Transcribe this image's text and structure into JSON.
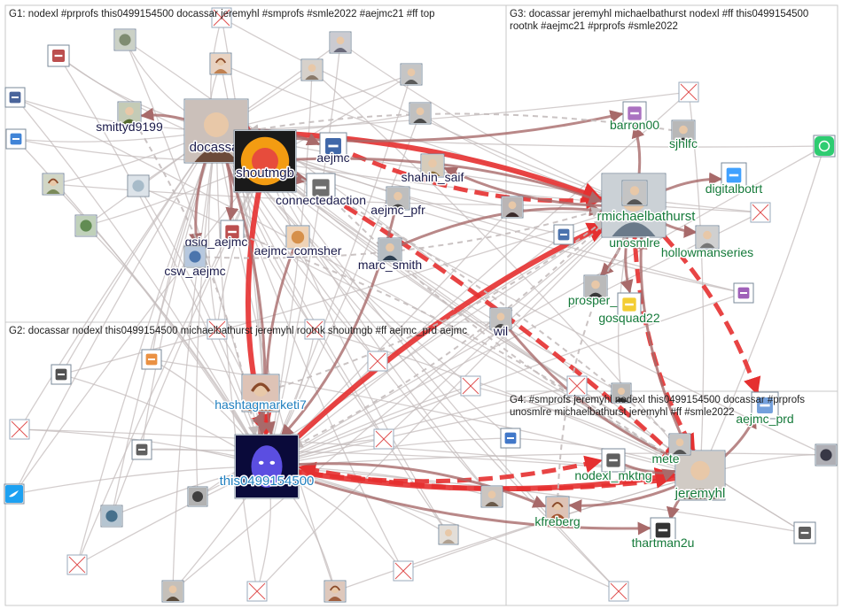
{
  "groups": [
    {
      "id": "G1",
      "lines": [
        "G1: nodexl #prprofs this0499154500 docassar jeremyhl #smprofs #smle2022 #aejmc21 #ff top"
      ],
      "label_color": "#1a1a4a"
    },
    {
      "id": "G2",
      "lines": [
        "G2: docassar nodexl this0499154500 michaelbathurst jeremyhl rootnk shoutmgb #ff aejmc_prd aejmc"
      ],
      "label_color": "#1f7fbf"
    },
    {
      "id": "G3",
      "lines": [
        "G3: docassar jeremyhl michaelbathurst nodexl #ff this0499154500",
        "rootnk #aejmc21 #prprofs #smle2022"
      ],
      "label_color": "#157a3a"
    },
    {
      "id": "G4",
      "lines": [
        "G4: #smprofs jeremyhl nodexl this0499154500 docassar #prprofs",
        "unosmlre michaelbathurst jeremyhl #ff #smle2022"
      ],
      "label_color": "#157a3a"
    }
  ],
  "nodes": [
    {
      "id": "docassar",
      "label": "docassar",
      "group": "G1",
      "icon": "portrait-man-photo",
      "color": "#6b4a3a",
      "big": true
    },
    {
      "id": "shoutmgb",
      "label": "shoutmgb",
      "group": "G1",
      "icon": "red-poster-photo",
      "color": "#c0392b",
      "big": true
    },
    {
      "id": "smittyd9199",
      "label": "smittyd9199",
      "group": "G1",
      "icon": "portrait-photo",
      "color": "#556b2f"
    },
    {
      "id": "aejmc",
      "label": "aejmc",
      "group": "G1",
      "icon": "aejmc-logo",
      "color": "#1f4e9a"
    },
    {
      "id": "connectedaction",
      "label": "connectedaction",
      "group": "G1",
      "icon": "quill-logo",
      "color": "#555555"
    },
    {
      "id": "shahin_saif",
      "label": "shahin_saif",
      "group": "G1",
      "icon": "portrait-photo",
      "color": "#8a6d3b"
    },
    {
      "id": "aejmc_pfr",
      "label": "aejmc_pfr",
      "group": "G1",
      "icon": "portrait-photo",
      "color": "#444444"
    },
    {
      "id": "gsig_aejmc",
      "label": "gsig_aejmc",
      "group": "G1",
      "icon": "gsig-logo",
      "color": "#b03030"
    },
    {
      "id": "aejmc_comsher",
      "label": "aejmc_comsher",
      "group": "G1",
      "icon": "logo-photo",
      "color": "#d08030"
    },
    {
      "id": "csw_aejmc",
      "label": "csw_aejmc",
      "group": "G1",
      "icon": "logo-photo",
      "color": "#3060a0"
    },
    {
      "id": "marc_smith",
      "label": "marc_smith",
      "group": "G1",
      "icon": "portrait-photo",
      "color": "#2c3e50"
    },
    {
      "id": "wil",
      "label": "wil",
      "group": "G1",
      "icon": "portrait-photo",
      "color": "#4a4a4a"
    },
    {
      "id": "hashtagmarketi7",
      "label": "hashtagmarketi7",
      "group": "G2",
      "icon": "portrait-woman-photo",
      "color": "#a0522d"
    },
    {
      "id": "this0499154500",
      "label": "this0499154500",
      "group": "G2",
      "icon": "blue-face-photo",
      "color": "#2a2aa0",
      "big": true
    },
    {
      "id": "rmichaelbathurst",
      "label": "rmichaelbathurst",
      "group": "G3",
      "icon": "portrait-man-photo",
      "color": "#6a7a8a",
      "big": true
    },
    {
      "id": "barron00",
      "label": "barron00",
      "group": "G3",
      "icon": "rainbow-logo",
      "color": "#9b59b6"
    },
    {
      "id": "sjhlfc",
      "label": "sjhlfc",
      "group": "G3",
      "icon": "portrait-photo",
      "color": "#333333"
    },
    {
      "id": "digitalbotrt",
      "label": "digitalbotrt",
      "group": "G3",
      "icon": "dm-logo",
      "color": "#1e90ff"
    },
    {
      "id": "unosmlre",
      "label": "unosmlre",
      "group": "G3",
      "icon": "portrait-photo",
      "color": "#555555"
    },
    {
      "id": "hollowmanseries",
      "label": "hollowmanseries",
      "group": "G3",
      "icon": "portrait-photo",
      "color": "#777777"
    },
    {
      "id": "prosper_k",
      "label": "prosper_k",
      "group": "G3",
      "icon": "portrait-photo",
      "color": "#3a3a3a"
    },
    {
      "id": "gosquad22",
      "label": "gosquad22",
      "group": "G3",
      "icon": "yellow-logo",
      "color": "#f1c40f"
    },
    {
      "id": "aejmc_prd",
      "label": "aejmc_prd",
      "group": "G4",
      "icon": "prd-logo",
      "color": "#5b8fd6"
    },
    {
      "id": "jeremyhl",
      "label": "jeremyhl",
      "group": "G4",
      "icon": "portrait-man-photo",
      "color": "#7a6a5a",
      "big": true
    },
    {
      "id": "nodexl_mktng",
      "label": "nodexl_mktng",
      "group": "G4",
      "icon": "nodexl-logo",
      "color": "#444444"
    },
    {
      "id": "kfreberg",
      "label": "kfreberg",
      "group": "G4",
      "icon": "portrait-woman-photo",
      "color": "#a0522d"
    },
    {
      "id": "thartman2u",
      "label": "thartman2u",
      "group": "G4",
      "icon": "th2u-logo",
      "color": "#111111"
    },
    {
      "id": "mete",
      "label": "mete",
      "group": "G4",
      "icon": "portrait-photo",
      "color": "#555555"
    }
  ],
  "edges": [
    {
      "from": "this0499154500",
      "to": "rmichaelbathurst",
      "kind": "strong"
    },
    {
      "from": "this0499154500",
      "to": "jeremyhl",
      "kind": "strong"
    },
    {
      "from": "docassar",
      "to": "rmichaelbathurst",
      "kind": "strong"
    },
    {
      "from": "shoutmgb",
      "to": "this0499154500",
      "kind": "strong"
    },
    {
      "from": "docassar",
      "to": "jeremyhl",
      "kind": "strong-dashed"
    },
    {
      "from": "rmichaelbathurst",
      "to": "jeremyhl",
      "kind": "strong-dashed"
    },
    {
      "from": "rmichaelbathurst",
      "to": "aejmc_prd",
      "kind": "strong-dashed"
    },
    {
      "from": "this0499154500",
      "to": "nodexl_mktng",
      "kind": "strong-dashed"
    },
    {
      "from": "docassar",
      "to": "shoutmgb",
      "kind": "strong"
    },
    {
      "from": "aejmc",
      "to": "rmichaelbathurst",
      "kind": "strong-dashed"
    },
    {
      "from": "jeremyhl",
      "to": "this0499154500",
      "kind": "strong-dashed"
    },
    {
      "from": "docassar",
      "to": "smittyd9199",
      "kind": "medium"
    },
    {
      "from": "docassar",
      "to": "aejmc",
      "kind": "medium"
    },
    {
      "from": "docassar",
      "to": "connectedaction",
      "kind": "medium"
    },
    {
      "from": "docassar",
      "to": "this0499154500",
      "kind": "medium"
    },
    {
      "from": "docassar",
      "to": "barron00",
      "kind": "medium"
    },
    {
      "from": "docassar",
      "to": "gsig_aejmc",
      "kind": "medium"
    },
    {
      "from": "docassar",
      "to": "csw_aejmc",
      "kind": "medium"
    },
    {
      "from": "this0499154500",
      "to": "kfreberg",
      "kind": "medium"
    },
    {
      "from": "this0499154500",
      "to": "thartman2u",
      "kind": "medium"
    },
    {
      "from": "this0499154500",
      "to": "hashtagmarketi7",
      "kind": "medium"
    },
    {
      "from": "rmichaelbathurst",
      "to": "barron00",
      "kind": "medium"
    },
    {
      "from": "rmichaelbathurst",
      "to": "digitalbotrt",
      "kind": "medium"
    },
    {
      "from": "rmichaelbathurst",
      "to": "hollowmanseries",
      "kind": "medium"
    },
    {
      "from": "rmichaelbathurst",
      "to": "prosper_k",
      "kind": "medium"
    },
    {
      "from": "rmichaelbathurst",
      "to": "gosquad22",
      "kind": "medium"
    },
    {
      "from": "rmichaelbathurst",
      "to": "shahin_saif",
      "kind": "medium"
    },
    {
      "from": "jeremyhl",
      "to": "thartman2u",
      "kind": "medium"
    },
    {
      "from": "jeremyhl",
      "to": "kfreberg",
      "kind": "medium"
    },
    {
      "from": "jeremyhl",
      "to": "aejmc_prd",
      "kind": "medium"
    },
    {
      "from": "jeremyhl",
      "to": "rmichaelbathurst",
      "kind": "medium"
    },
    {
      "from": "nodexl_mktng",
      "to": "jeremyhl",
      "kind": "medium"
    },
    {
      "from": "marc_smith",
      "to": "rmichaelbathurst",
      "kind": "medium"
    },
    {
      "from": "aejmc_comsher",
      "to": "this0499154500",
      "kind": "medium"
    },
    {
      "from": "aejmc_pfr",
      "to": "this0499154500",
      "kind": "medium"
    },
    {
      "from": "wil",
      "to": "jeremyhl",
      "kind": "medium"
    },
    {
      "from": "smittyd9199",
      "to": "this0499154500",
      "kind": "light"
    },
    {
      "from": "csw_aejmc",
      "to": "rmichaelbathurst",
      "kind": "light"
    },
    {
      "from": "gsig_aejmc",
      "to": "jeremyhl",
      "kind": "light"
    },
    {
      "from": "hashtagmarketi7",
      "to": "rmichaelbathurst",
      "kind": "light"
    },
    {
      "from": "kfreberg",
      "to": "rmichaelbathurst",
      "kind": "light"
    },
    {
      "from": "sjhlfc",
      "to": "docassar",
      "kind": "light"
    },
    {
      "from": "unosmlre",
      "to": "this0499154500",
      "kind": "light"
    },
    {
      "from": "mete",
      "to": "docassar",
      "kind": "light"
    },
    {
      "from": "shoutmgb",
      "to": "rmichaelbathurst",
      "kind": "medium"
    },
    {
      "from": "connectedaction",
      "to": "jeremyhl",
      "kind": "light"
    }
  ],
  "minor_nodes": [
    {
      "id": "m1",
      "icon": "elephant-photo",
      "color": "#6b7b5b"
    },
    {
      "id": "m2",
      "icon": "cultural-logo",
      "color": "#b03030"
    },
    {
      "id": "m3",
      "icon": "portrait-woman-photo",
      "color": "#c08050"
    },
    {
      "id": "m4",
      "icon": "portrait-photo",
      "color": "#8a7a6a"
    },
    {
      "id": "m5",
      "icon": "portrait-photo",
      "color": "#5a5a5a"
    },
    {
      "id": "m6",
      "icon": "portrait-photo",
      "color": "#6a6a7a"
    },
    {
      "id": "m7",
      "icon": "icd-logo",
      "color": "#2a4a8a"
    },
    {
      "id": "m8",
      "icon": "arrow-logo",
      "color": "#1e6fd0"
    },
    {
      "id": "m9",
      "icon": "portrait-woman-photo",
      "color": "#7a8a5a"
    },
    {
      "id": "m10",
      "icon": "flower-photo",
      "color": "#9ab0c0"
    },
    {
      "id": "m11",
      "icon": "forest-photo",
      "color": "#4a7a3a"
    },
    {
      "id": "m12",
      "icon": "h-logo",
      "color": "#333333"
    },
    {
      "id": "m13",
      "icon": "xl-logo",
      "color": "#e67e22"
    },
    {
      "id": "m14",
      "icon": "twitter-icon",
      "color": "#1da1f2"
    },
    {
      "id": "m15",
      "icon": "moon-photo",
      "color": "#222222"
    },
    {
      "id": "m16",
      "icon": "nodexl-logo",
      "color": "#444444"
    },
    {
      "id": "m17",
      "icon": "globe-photo",
      "color": "#2a5a7a"
    },
    {
      "id": "m18",
      "icon": "portrait-photo",
      "color": "#5a4a3a"
    },
    {
      "id": "m19",
      "icon": "portrait-woman-photo",
      "color": "#a06040"
    },
    {
      "id": "m20",
      "icon": "portrait-photo",
      "color": "#b0a090"
    },
    {
      "id": "m21",
      "icon": "portrait-photo",
      "color": "#4a4a4a"
    },
    {
      "id": "m22",
      "icon": "ro-logo",
      "color": "#2ecc71"
    },
    {
      "id": "m23",
      "icon": "purple-logo",
      "color": "#8e44ad"
    },
    {
      "id": "m24",
      "icon": "mm-logo",
      "color": "#2c5aa0"
    },
    {
      "id": "m25",
      "icon": "jpr-logo",
      "color": "#2060c0"
    },
    {
      "id": "m26",
      "icon": "portrait-photo",
      "color": "#6a5a4a"
    },
    {
      "id": "m27",
      "icon": "portrait-photo",
      "color": "#333333"
    },
    {
      "id": "m28",
      "icon": "space-photo",
      "color": "#1a1a2a"
    },
    {
      "id": "m29",
      "icon": "nodexl-logo",
      "color": "#444444"
    },
    {
      "id": "m30",
      "icon": "portrait-photo",
      "color": "#3a2a2a"
    }
  ],
  "missing_image_count": 14,
  "colors": {
    "strong": "#e53030",
    "medium": "#a86a6a",
    "light": "#c4bcbc",
    "group_box": "#c9c9c9"
  }
}
